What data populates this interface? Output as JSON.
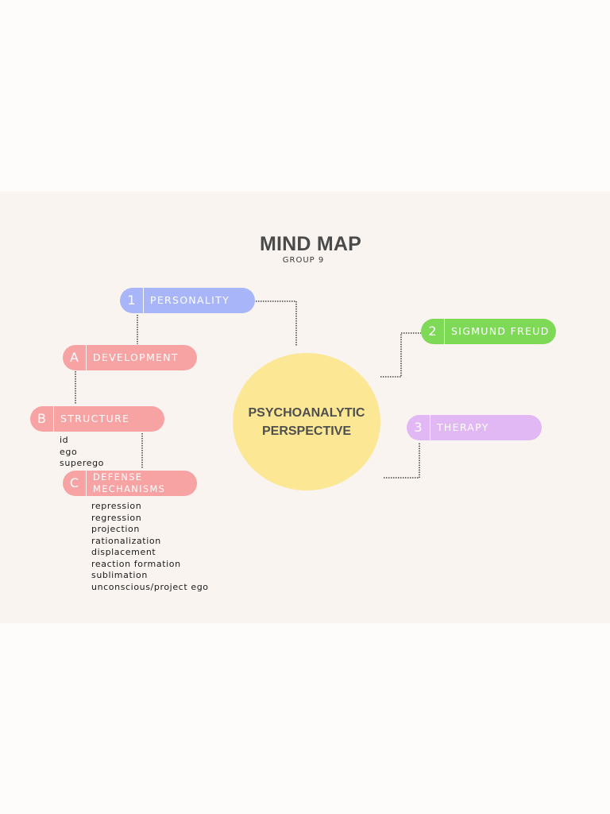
{
  "title": "MIND MAP",
  "subtitle": "GROUP 9",
  "center": {
    "label": "PSYCHOANALYTIC PERSPECTIVE"
  },
  "nodes": {
    "personality": {
      "marker": "1",
      "label": "PERSONALITY"
    },
    "sigmund_freud": {
      "marker": "2",
      "label": "SIGMUND FREUD"
    },
    "therapy": {
      "marker": "3",
      "label": "THERAPY"
    },
    "development": {
      "marker": "A",
      "label": "DEVELOPMENT"
    },
    "structure": {
      "marker": "B",
      "label": "STRUCTURE",
      "items": [
        "id",
        "ego",
        "superego"
      ]
    },
    "defense": {
      "marker": "C",
      "label": "DEFENSE MECHANISMS",
      "items": [
        "repression",
        "regression",
        "projection",
        "rationalization",
        "displacement",
        "reaction formation",
        "sublimation",
        "unconscious/project ego"
      ]
    }
  },
  "colors": {
    "personality": "#a8b6f9",
    "sigmund_freud": "#7ed957",
    "therapy": "#e2b8f4",
    "sub_branches": "#f7a3a4",
    "center": "#fbe794",
    "background": "#f9f4f0",
    "connector": "#222222"
  }
}
